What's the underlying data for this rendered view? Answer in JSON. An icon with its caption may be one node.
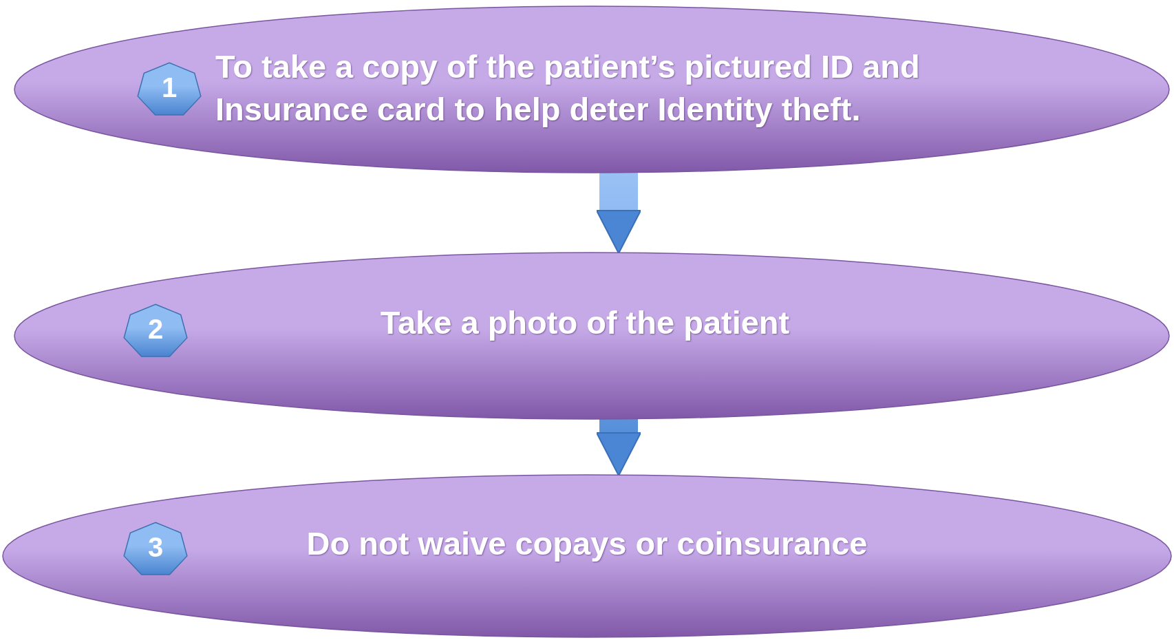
{
  "diagram": {
    "nodes": [
      {
        "text": [
          "To take a copy of the patient’s pictured ID and Insurance card to help deter Identity theft."
        ]
      },
      {
        "text": [
          "1"
        ],
        "in": 0
      },
      {
        "text": [
          "Take a photo of the patient"
        ]
      },
      {
        "text": [
          "2"
        ],
        "in": 2
      },
      {
        "text": [
          "Do not waive copays or coinsurance"
        ]
      },
      {
        "text": [
          "3"
        ],
        "in": 4
      }
    ],
    "edges": [
      {
        "from": 0,
        "to": 2,
        "arrow": "to"
      },
      {
        "from": 2,
        "to": 4,
        "arrow": "to"
      }
    ]
  }
}
